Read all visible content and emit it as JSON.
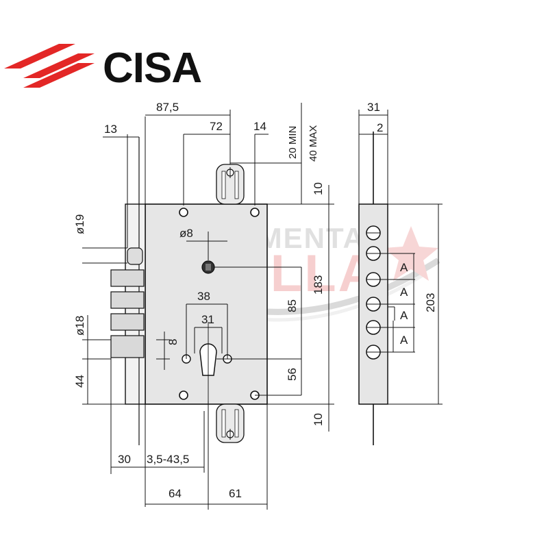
{
  "brand": {
    "name": "CISA",
    "logo_color": "#e32726",
    "text_color": "#111111"
  },
  "watermark": {
    "line1": "FERRAMENTA",
    "line2": "STELLA"
  },
  "front_view": {
    "dims": {
      "width_total": "87,5",
      "hole_spacing": "72",
      "strike_offset": "14",
      "strike_min": "20 MIN",
      "strike_max": "40 MAX",
      "top_margin": "10",
      "bottom_margin": "10",
      "edge_offset": "13",
      "dia_latch": "ø19",
      "dia_bolts": "ø18",
      "pin_dia": "ø8",
      "spindle_square": "8",
      "spindle_center": "38",
      "cylinder_width": "31",
      "spindle_to_cyl": "85",
      "cyl_to_hole": "56",
      "case_height": "183",
      "bolt_spacing": "44",
      "bolt_throw": "30",
      "backset_range": "3,5-43,5",
      "backset": "64",
      "cyl_to_edge": "61"
    }
  },
  "side_view": {
    "dims": {
      "faceplate_width": "31",
      "faceplate_thickness": "2",
      "faceplate_height": "203",
      "pitch_label": "A"
    }
  }
}
